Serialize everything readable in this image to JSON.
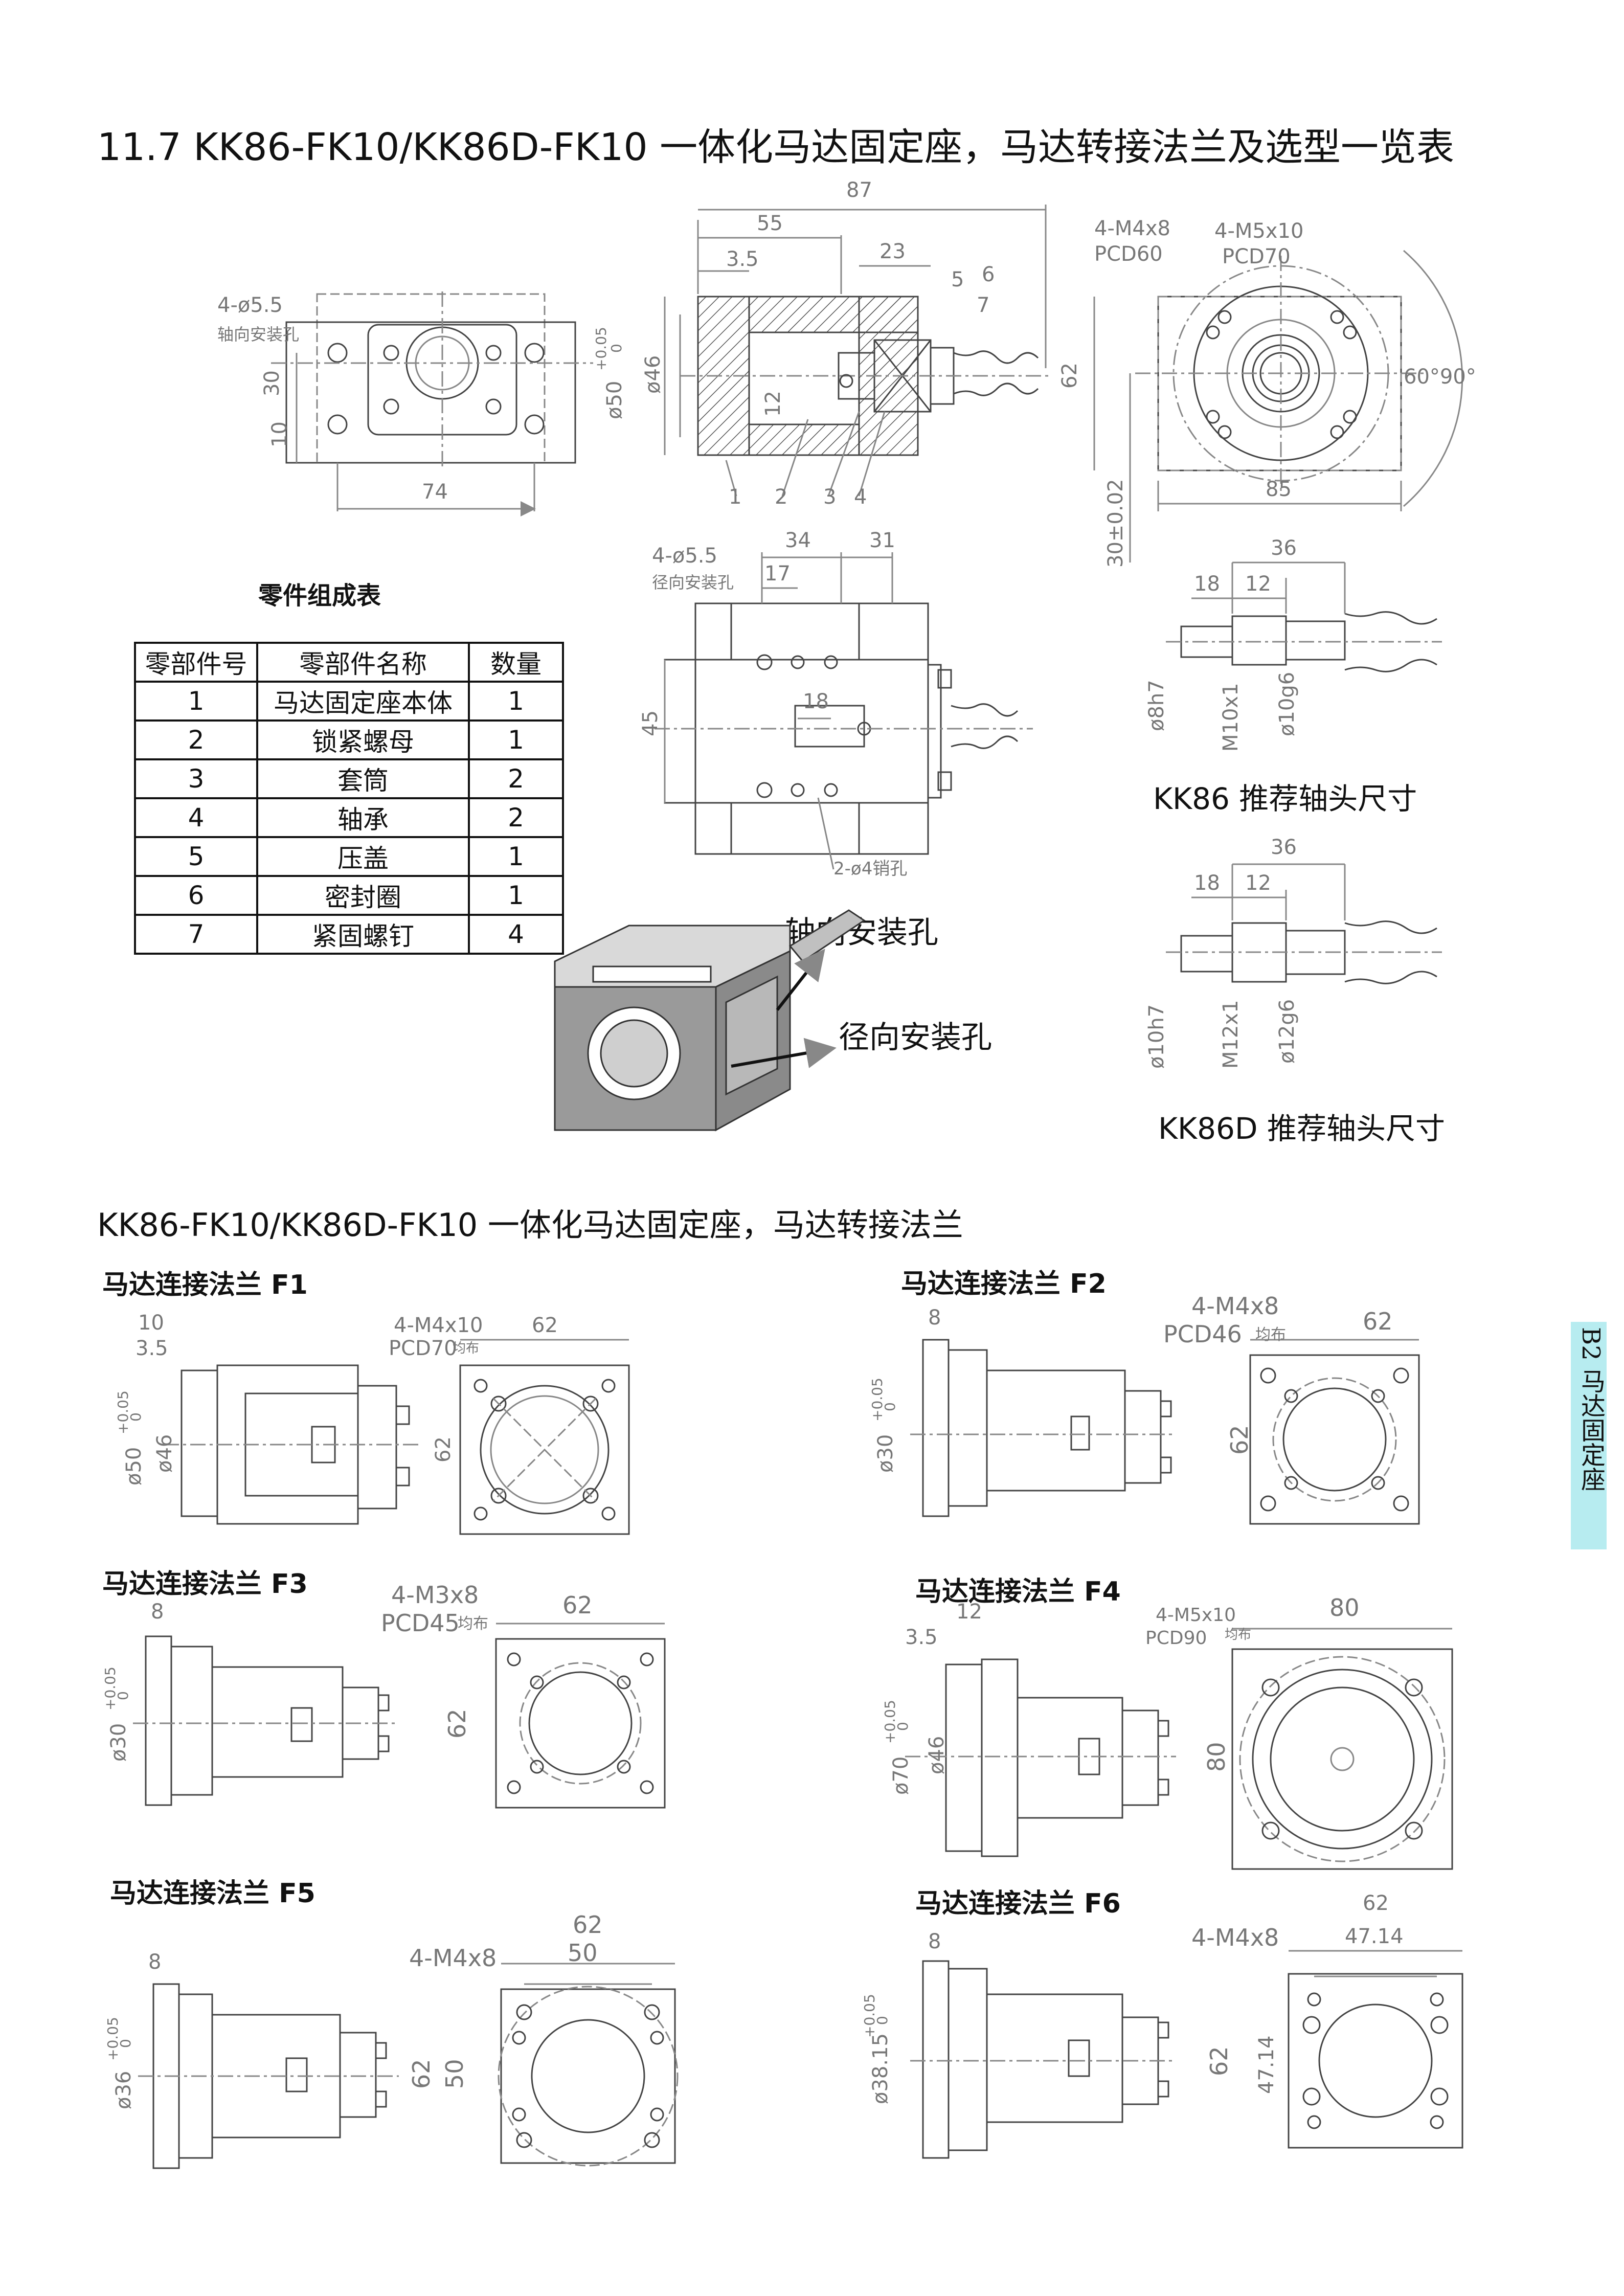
{
  "title": "11.7 KK86-FK10/KK86D-FK10 一体化马达固定座，马达转接法兰及选型一览表",
  "subtitle": "KK86-FK10/KK86D-FK10 一体化马达固定座，马达转接法兰",
  "side_tab": "B2 马达固定座",
  "parts_table": {
    "title": "零件组成表",
    "headers": [
      "零部件号",
      "零部件名称",
      "数量"
    ],
    "rows": [
      [
        "1",
        "马达固定座本体",
        "1"
      ],
      [
        "2",
        "锁紧螺母",
        "1"
      ],
      [
        "3",
        "套筒",
        "2"
      ],
      [
        "4",
        "轴承",
        "2"
      ],
      [
        "5",
        "压盖",
        "1"
      ],
      [
        "6",
        "密封圈",
        "1"
      ],
      [
        "7",
        "紧固螺钉",
        "4"
      ]
    ]
  },
  "callouts": {
    "axial_hole": "轴向安装孔",
    "radial_hole": "径向安装孔"
  },
  "shaft_notes": {
    "kk86": "KK86 推荐轴头尺寸",
    "kk86d": "KK86D 推荐轴头尺寸"
  },
  "top_drawings": {
    "front_view": {
      "hole": "4-ø5.5",
      "hole_note": "轴向安装孔",
      "d1": "30",
      "d2": "10",
      "d3": "74"
    },
    "section_view": {
      "d_total": "87",
      "d_55": "55",
      "d_35": "3.5",
      "d_23": "23",
      "d_5": "5",
      "d_6": "6",
      "d_7": "7",
      "bore": "ø50",
      "tol": "+0.05",
      "tol0": "0",
      "inner": "ø46",
      "d_12": "12",
      "parts": [
        "1",
        "2",
        "3",
        "4"
      ]
    },
    "side_view": {
      "tap1": "4-M4x8",
      "pcd1": "PCD60",
      "tap2": "4-M5x10",
      "pcd2": "PCD70",
      "h": "62",
      "w": "85",
      "angle": "60°90°",
      "base": "30±0.02"
    },
    "top_view": {
      "hole": "4-ø5.5",
      "hole_note": "径向安装孔",
      "d_34": "34",
      "d_31": "31",
      "d_17": "17",
      "d_18": "18",
      "d_45": "45",
      "pin": "2-ø4销孔"
    },
    "shaft_kk86": {
      "d36": "36",
      "d18": "18",
      "d12": "12",
      "a": "ø8h7",
      "b": "M10x1",
      "c": "ø10g6"
    },
    "shaft_kk86d": {
      "d36": "36",
      "d18": "18",
      "d12": "12",
      "a": "ø10h7",
      "b": "M12x1",
      "c": "ø12g6"
    }
  },
  "flanges": [
    {
      "label": "马达连接法兰 F1",
      "d_a": "10",
      "d_b": "3.5",
      "bore": "ø50",
      "tol": "+0.05",
      "tol0": "0",
      "inner": "ø46",
      "tap": "4-M4x10",
      "pcd": "PCD70",
      "pcd_note": "均布",
      "width": "62",
      "height": "62"
    },
    {
      "label": "马达连接法兰 F2",
      "d_a": "8",
      "bore": "ø30",
      "tol": "+0.05",
      "tol0": "0",
      "tap": "4-M4x8",
      "pcd": "PCD46",
      "pcd_note": "均布",
      "width": "62",
      "height": "62"
    },
    {
      "label": "马达连接法兰 F3",
      "d_a": "8",
      "bore": "ø30",
      "tol": "+0.05",
      "tol0": "0",
      "tap": "4-M3x8",
      "pcd": "PCD45",
      "pcd_note": "均布",
      "width": "62",
      "height": "62"
    },
    {
      "label": "马达连接法兰 F4",
      "d_a": "12",
      "d_b": "3.5",
      "bore": "ø70",
      "tol": "+0.05",
      "tol0": "0",
      "inner": "ø46",
      "tap": "4-M5x10",
      "pcd": "PCD90",
      "pcd_note": "均布",
      "width": "80",
      "height": "80"
    },
    {
      "label": "马达连接法兰 F5",
      "d_a": "8",
      "bore": "ø36",
      "tol": "+0.05",
      "tol0": "0",
      "tap": "4-M4x8",
      "inner_w": "50",
      "inner_h": "50",
      "width": "62",
      "height": "62"
    },
    {
      "label": "马达连接法兰 F6",
      "d_a": "8",
      "bore": "ø38.15",
      "tol": "+0.05",
      "tol0": "0",
      "tap": "4-M4x8",
      "inner_w": "47.14",
      "inner_h": "47.14",
      "width": "62",
      "height": "62"
    }
  ]
}
